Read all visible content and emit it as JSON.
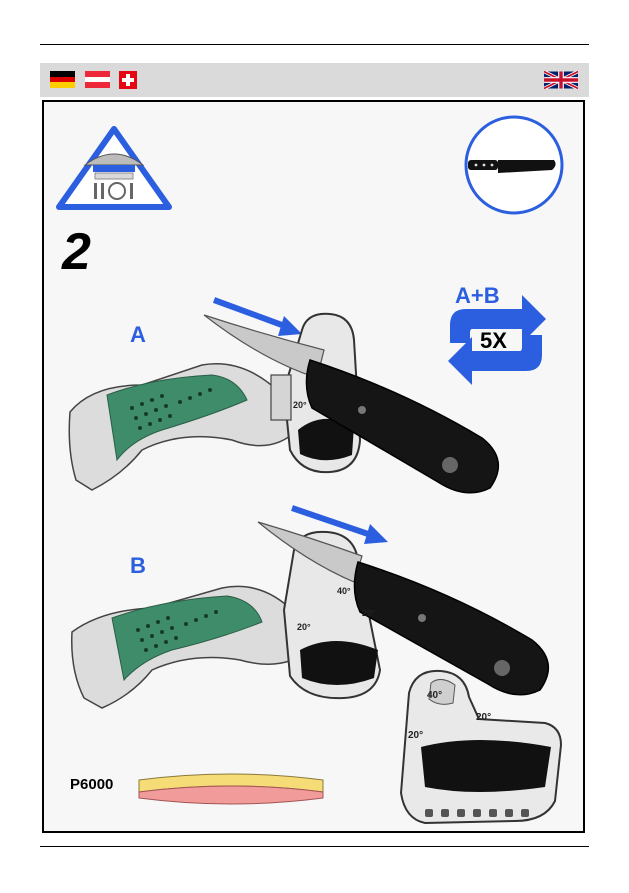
{
  "flags": {
    "left": [
      "germany-flag",
      "austria-flag",
      "switzerland-flag"
    ],
    "right": "uk-flag"
  },
  "step": {
    "number": "2"
  },
  "positions": {
    "a": "A",
    "b": "B"
  },
  "repeat": {
    "sequence": "A+B",
    "count": "5X"
  },
  "guide": {
    "angle_20": "20°",
    "angle_40": "40°"
  },
  "belt": {
    "grit": "P6000"
  },
  "colors": {
    "accent_blue": "#2b5fe0",
    "handle_green": "#3e8c6a",
    "belt_yellow": "#f6dc77",
    "belt_pink": "#f29b9b"
  }
}
